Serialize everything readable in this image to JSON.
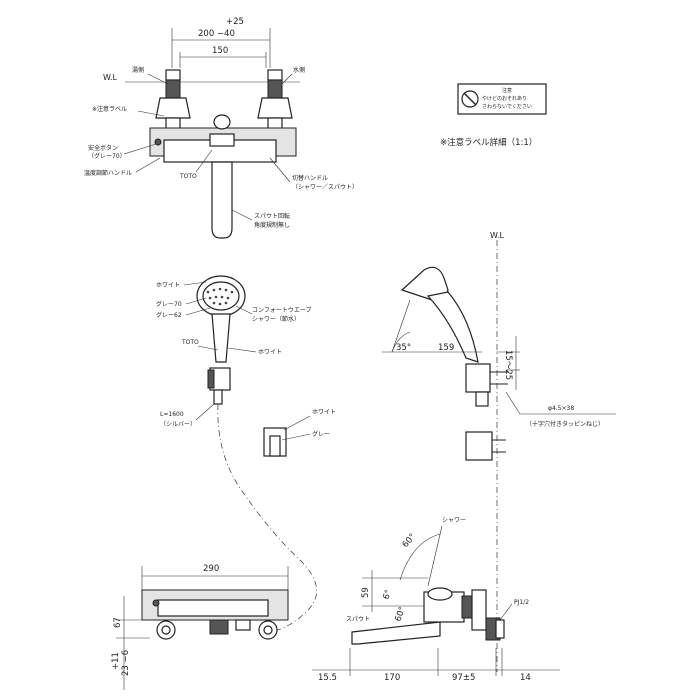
{
  "top_view": {
    "dim_offset": "+25",
    "dim_offset2": "200 −40",
    "dim_150": "150",
    "wl": "W.L",
    "hot": "湯側",
    "cold": "水側",
    "caution_label": "※注意ラベル",
    "safety_button_1": "安全ボタン",
    "safety_button_2": "（グレー70）",
    "temp_handle": "温度調節ハンドル",
    "toto": "TOTO",
    "switch_handle_1": "切替ハンドル",
    "switch_handle_2": "（シャワー／スパウト）",
    "spout_1": "スパウト回転",
    "spout_2": "角度規制無し"
  },
  "label_detail": {
    "caption": "※注意ラベル詳細（1:1）",
    "line1": "注意",
    "line2": "やけどのおそれあり",
    "line3": "さわらないでください"
  },
  "shower_head": {
    "white": "ホワイト",
    "gray70": "グレー70",
    "gray62": "グレー62",
    "comfort_1": "コンフォートウエーブ",
    "comfort_2": "シャワー（節水）",
    "toto": "TOTO",
    "white2": "ホワイト",
    "hose_1": "L=1600",
    "hose_2": "（シルバー）"
  },
  "holder": {
    "white": "ホワイト",
    "gray": "グレー"
  },
  "side_view": {
    "wl": "W.L",
    "angle_35": "35°",
    "dim_159": "159",
    "dim_15_25": "15〜25",
    "screw_1": "φ4.5×38",
    "screw_2": "（十字穴付きタッピンねじ）"
  },
  "bottom_front": {
    "dim_290": "290",
    "dim_67": "67",
    "dim_11": "+11",
    "dim_23": "23 −6"
  },
  "bottom_side": {
    "shower": "シャワー",
    "angle_60a": "60°",
    "angle_6": "6°",
    "angle_60b": "60°",
    "spout": "スパウト",
    "dim_59": "59",
    "pj": "PJ1/2",
    "dim_15_5": "15.5",
    "dim_170": "170",
    "dim_97": "97±5",
    "dim_14": "14"
  }
}
